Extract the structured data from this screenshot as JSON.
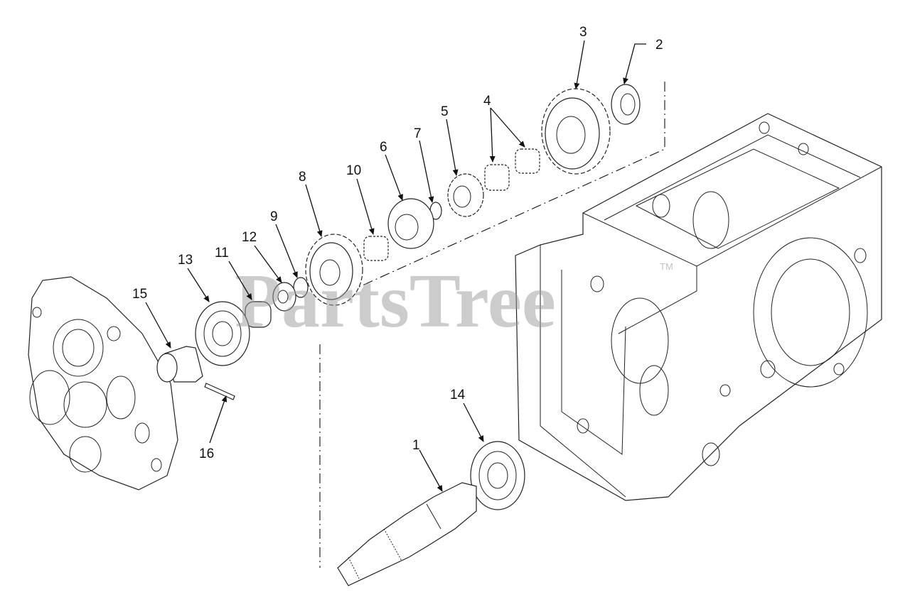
{
  "watermark": {
    "text": "PartsTree",
    "tm": "TM"
  },
  "callouts": [
    "1",
    "2",
    "3",
    "4",
    "5",
    "6",
    "7",
    "8",
    "9",
    "10",
    "11",
    "12",
    "13",
    "14",
    "15",
    "16"
  ]
}
